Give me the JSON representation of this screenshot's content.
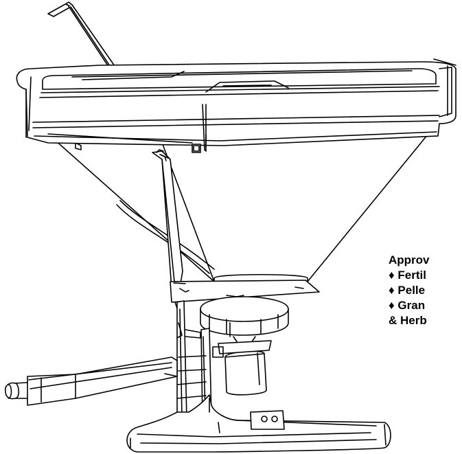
{
  "callout": {
    "lines": [
      "Approv",
      "♦ Fertil",
      "♦ Pelle",
      "♦  Gran",
      "& Herb"
    ]
  },
  "colors": {
    "line": "#000000",
    "fill": "#ffffff",
    "text": "#000000"
  },
  "icons": {
    "bullet": "diamond-bullet-icon"
  }
}
